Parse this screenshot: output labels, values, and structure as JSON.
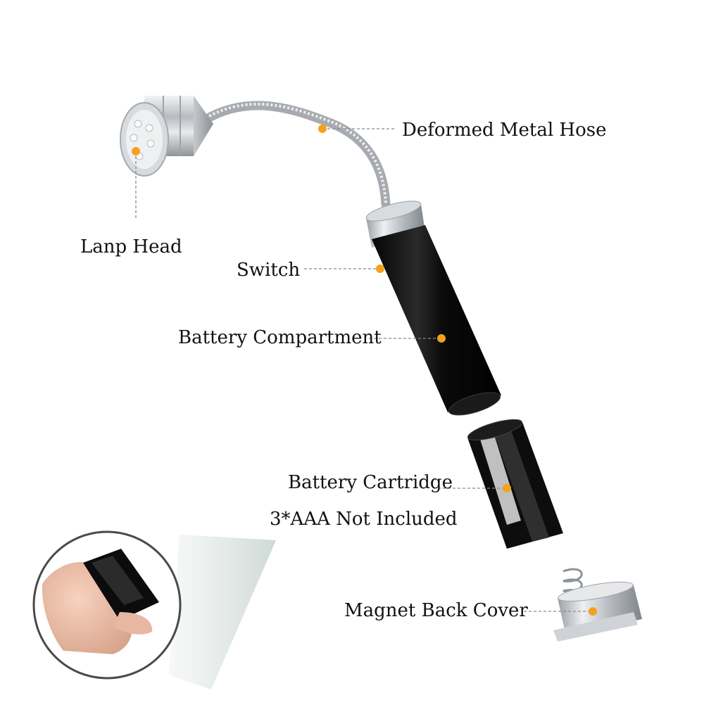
{
  "diagram": {
    "labels": {
      "deformed_metal_hose": "Deformed Metal Hose",
      "lamp_head": "Lanp Head",
      "switch": "Switch",
      "battery_compartment": "Battery Compartment",
      "battery_cartridge": "Battery Cartridge",
      "battery_note": "3*AAA Not Included",
      "magnet_back_cover": "Magnet Back Cover"
    },
    "colors": {
      "marker": "#F4A21D",
      "leader_line": "#8a8a8a",
      "text": "#111111",
      "body_black": "#0b0b0b",
      "metal_silver": "#c9ccd0",
      "inset_shade": "#dfe6e4"
    }
  }
}
